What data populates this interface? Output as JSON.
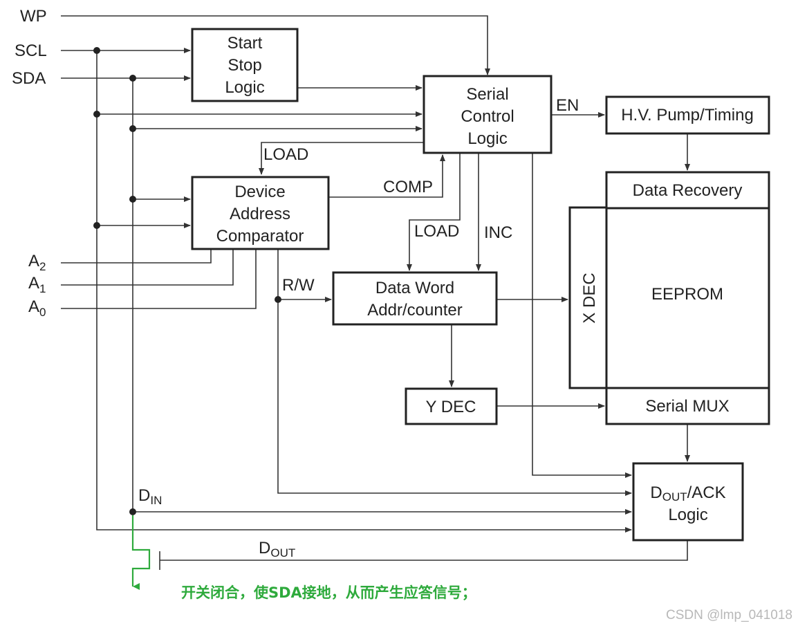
{
  "pins": {
    "wp": "WP",
    "scl": "SCL",
    "sda": "SDA",
    "a2_main": "A",
    "a2_sub": "2",
    "a1_main": "A",
    "a1_sub": "1",
    "a0_main": "A",
    "a0_sub": "0"
  },
  "blocks": {
    "start_stop": [
      "Start",
      "Stop",
      "Logic"
    ],
    "serial_control": [
      "Serial",
      "Control",
      "Logic"
    ],
    "hv_pump": "H.V. Pump/Timing",
    "data_recovery": "Data Recovery",
    "eeprom": "EEPROM",
    "x_dec": "X DEC",
    "device_address": [
      "Device",
      "Address",
      "Comparator"
    ],
    "data_word": [
      "Data Word",
      "Addr/counter"
    ],
    "y_dec": "Y DEC",
    "serial_mux": "Serial MUX",
    "dout_ack_pre": "D",
    "dout_ack_sub": "OUT",
    "dout_ack_post": "/ACK",
    "dout_ack_line2": "Logic"
  },
  "signals": {
    "en": "EN",
    "load_top": "LOAD",
    "comp": "COMP",
    "load_mid": "LOAD",
    "inc": "INC",
    "rw": "R/W",
    "din_main": "D",
    "din_sub": "IN",
    "dout_main": "D",
    "dout_sub": "OUT"
  },
  "annotation": "开关闭合，使SDA接地，从而产生应答信号；",
  "watermark": "CSDN @lmp_041018",
  "colors": {
    "line": "#333333",
    "annotation": "#2eaa3c",
    "watermark": "#b8b8b8"
  }
}
